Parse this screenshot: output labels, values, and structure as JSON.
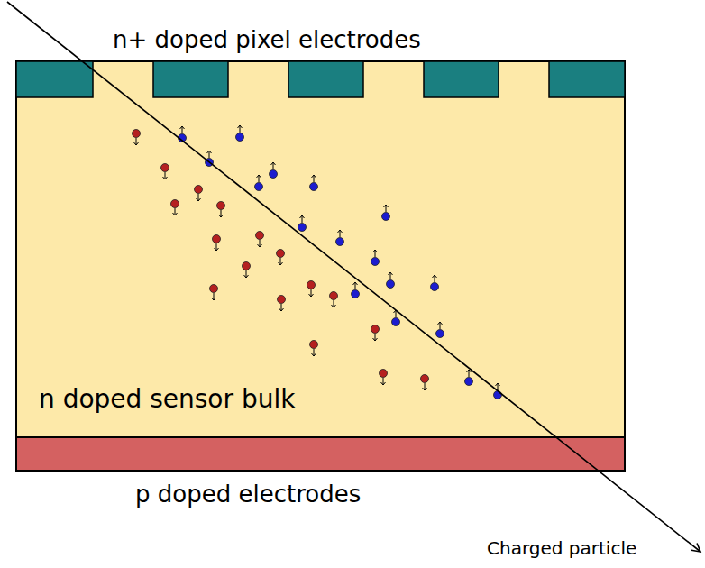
{
  "diagram": {
    "nodes": [
      {
        "text": [
          "n doped sensor bulk"
        ]
      },
      {
        "text": [
          "p doped electrodes"
        ]
      }
    ],
    "labels": [
      "n+ doped pixel electrodes",
      "Charged particle"
    ]
  }
}
